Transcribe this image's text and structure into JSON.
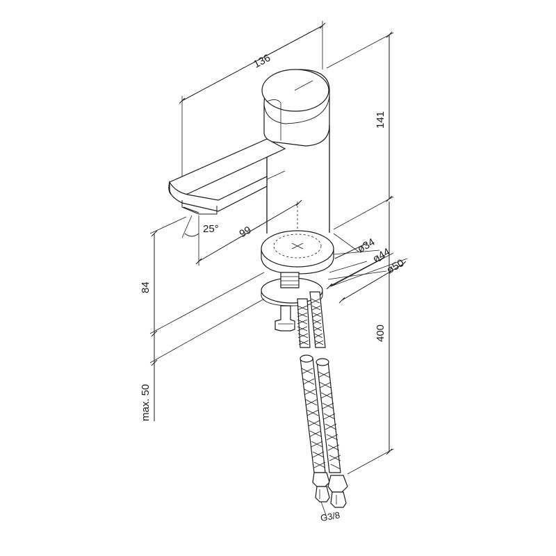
{
  "drawing": {
    "dimensions": {
      "width_top": "136",
      "height_body": "141",
      "spout_reach": "99",
      "spout_angle": "25°",
      "spout_height": "84",
      "max_thickness": "max. 50",
      "hose_length": "400",
      "d34": "ø34",
      "d44": "ø44",
      "d50": "ø50",
      "thread": "G3/8"
    },
    "colors": {
      "line": "#1a1a1a",
      "background": "#ffffff"
    }
  }
}
